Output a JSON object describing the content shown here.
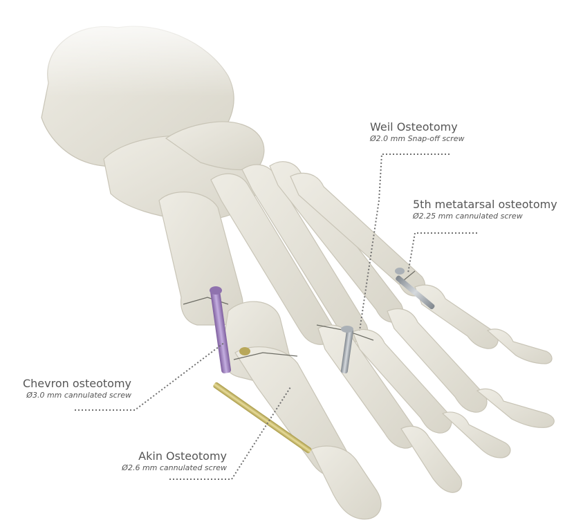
{
  "labels": {
    "weil": {
      "title": "Weil Osteotomy",
      "subtitle": "Ø2.0 mm Snap-off screw"
    },
    "fifth": {
      "title": "5th metatarsal osteotomy",
      "subtitle": "Ø2.25 mm cannulated screw"
    },
    "chevron": {
      "title": "Chevron osteotomy",
      "subtitle": "Ø3.0 mm cannulated screw"
    },
    "akin": {
      "title": "Akin Osteotomy",
      "subtitle": "Ø2.6 mm cannulated screw"
    }
  },
  "colors": {
    "bone": "#e4e2d9",
    "bone_shadow": "#c9c6b8",
    "chevron_screw": "#9a7fb4",
    "akin_screw": "#c9b86a",
    "steel_screw": "#9aa0a6",
    "leader_line": "#6e6e6e"
  }
}
